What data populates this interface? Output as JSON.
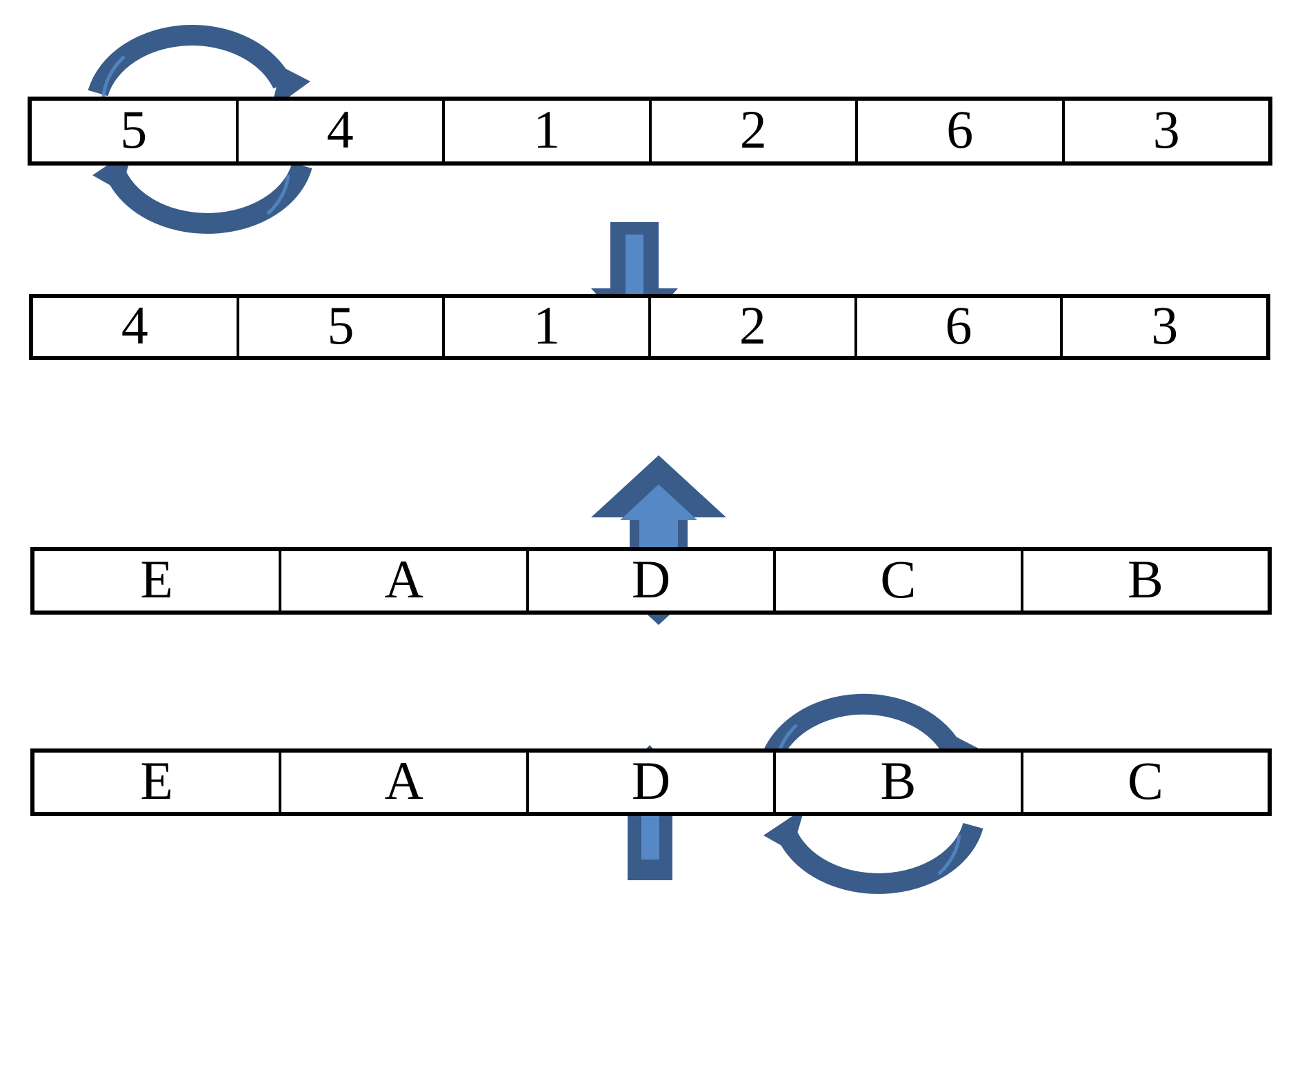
{
  "diagram": {
    "title": "Array element swap illustration",
    "colors": {
      "arrow_dark": "#3A5C8A",
      "arrow_light": "#5588C4",
      "cell_border": "#000000",
      "background": "#FFFFFF"
    }
  },
  "rows": [
    {
      "id": "row-1",
      "label": "numeric-array-before-swap",
      "cells": [
        "5",
        "4",
        "1",
        "2",
        "6",
        "3"
      ]
    },
    {
      "id": "row-2",
      "label": "numeric-array-after-swap",
      "cells": [
        "4",
        "5",
        "1",
        "2",
        "6",
        "3"
      ]
    },
    {
      "id": "row-3",
      "label": "letter-array-after-swap",
      "cells": [
        "E",
        "A",
        "D",
        "C",
        "B"
      ]
    },
    {
      "id": "row-4",
      "label": "letter-array-before-swap",
      "cells": [
        "E",
        "A",
        "D",
        "B",
        "C"
      ]
    }
  ],
  "arrows": {
    "down": {
      "name": "down-arrow-icon",
      "direction": "down"
    },
    "double": {
      "name": "up-down-arrow-icon",
      "direction": "up-down"
    },
    "up": {
      "name": "up-arrow-icon",
      "direction": "up"
    },
    "swap_top": {
      "name": "swap-cycle-icon",
      "description": "circular swap between cell 1 and cell 2"
    },
    "swap_bottom": {
      "name": "swap-cycle-icon",
      "description": "circular swap between cell 4 and cell 5"
    }
  }
}
